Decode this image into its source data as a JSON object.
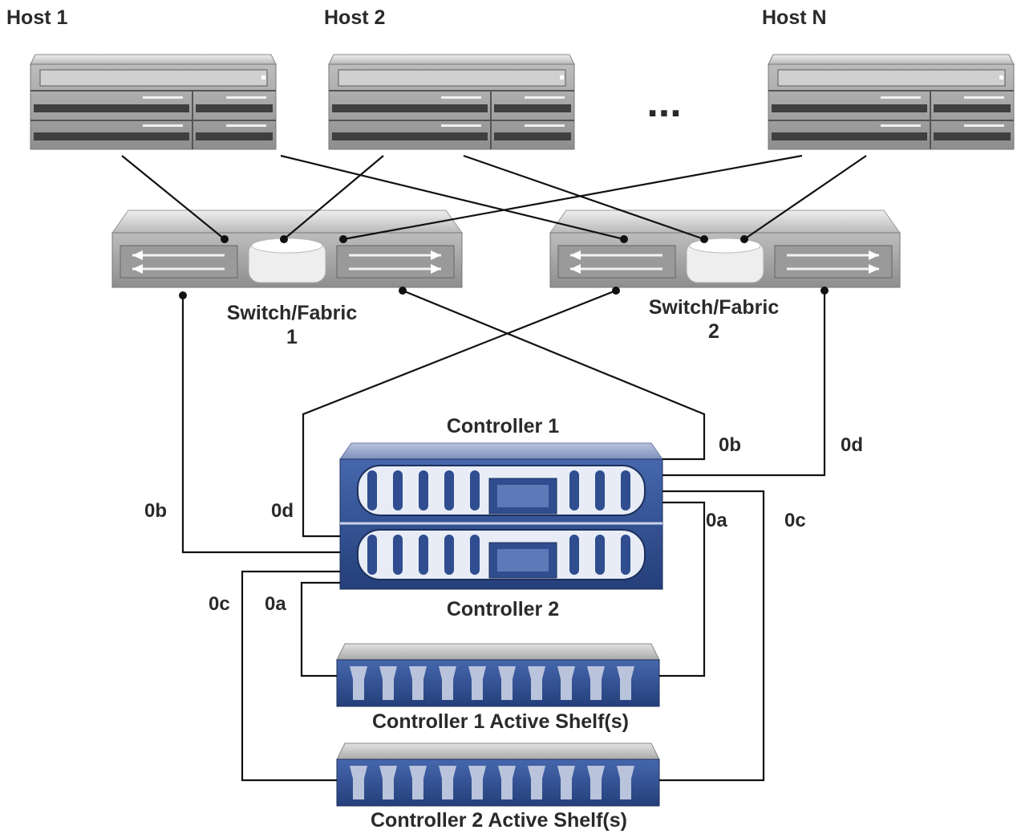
{
  "hosts": {
    "labels": [
      "Host 1",
      "Host 2",
      "Host N"
    ],
    "ellipsis": "..."
  },
  "switches": [
    {
      "line1": "Switch/Fabric",
      "line2": "1"
    },
    {
      "line1": "Switch/Fabric",
      "line2": "2"
    }
  ],
  "controllers": {
    "controller1": "Controller 1",
    "controller2": "Controller 2"
  },
  "shelves": {
    "shelf1": "Controller 1 Active Shelf(s)",
    "shelf2": "Controller 2 Active Shelf(s)"
  },
  "ports": {
    "c1_0b": "0b",
    "c1_0d": "0d",
    "c1_0a": "0a",
    "c1_0c": "0c",
    "c2_0b": "0b",
    "c2_0d": "0d",
    "c2_0c": "0c",
    "c2_0a": "0a"
  },
  "colors": {
    "server_gray": "#a9a9a9",
    "controller_blue": "#2f4d8f",
    "wire": "#111111"
  }
}
